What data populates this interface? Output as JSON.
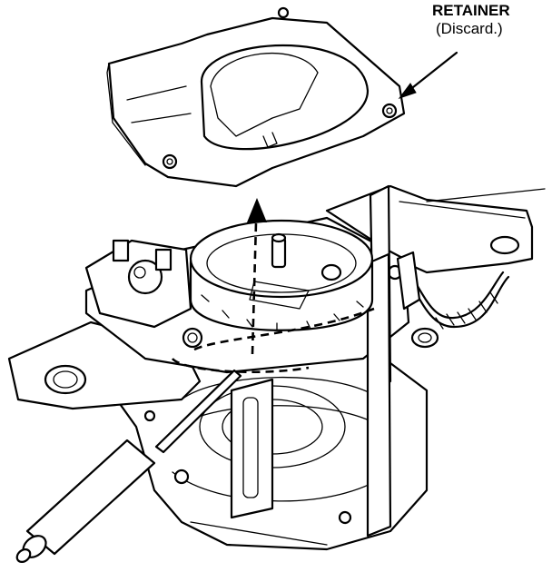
{
  "diagram": {
    "callouts": [
      {
        "id": "retainer",
        "name": "RETAINER",
        "note": "(Discard.)"
      }
    ]
  }
}
